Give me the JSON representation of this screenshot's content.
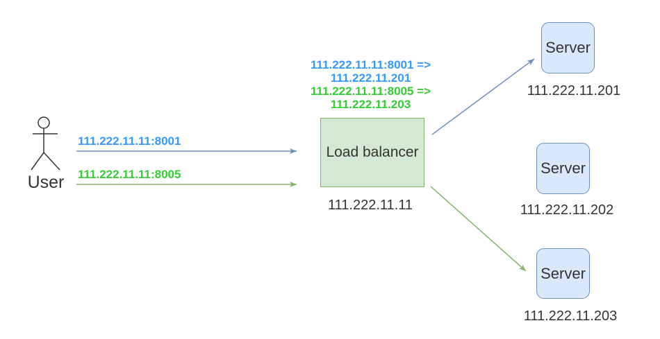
{
  "user": {
    "label": "User"
  },
  "flows": [
    {
      "label": "111.222.11.11:8001",
      "color": "#3399ff"
    },
    {
      "label": "111.222.11.11:8005",
      "color": "#33cc33"
    }
  ],
  "load_balancer": {
    "label": "Load balancer",
    "ip": "111.222.11.11",
    "mappings": [
      {
        "rule": "111.222.11.11:8001 =>",
        "target": "111.222.11.201",
        "color": "#3399ff"
      },
      {
        "rule": "111.222.11.11:8005 =>",
        "target": "111.222.11.203",
        "color": "#33cc33"
      }
    ]
  },
  "servers": [
    {
      "label": "Server",
      "ip": "111.222.11.201"
    },
    {
      "label": "Server",
      "ip": "111.222.11.202"
    },
    {
      "label": "Server",
      "ip": "111.222.11.203"
    }
  ],
  "colors": {
    "blue_text": "#3399ff",
    "green_text": "#33cc33",
    "blue_line": "#6c8ebf",
    "green_line": "#82b366",
    "load_balancer_fill": "#d5e8d4",
    "load_balancer_border": "#82b366",
    "server_fill": "#dae8fc",
    "server_border": "#6c8ebf",
    "dark_text": "#333333"
  }
}
